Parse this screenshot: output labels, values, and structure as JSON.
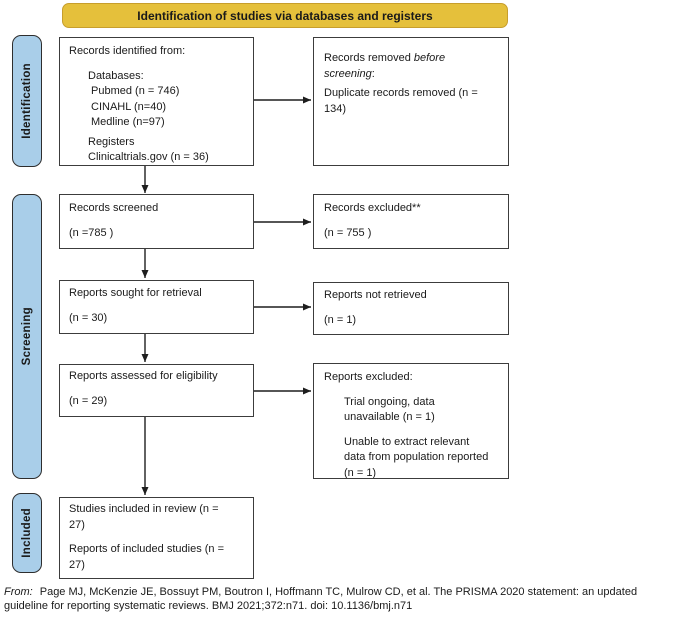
{
  "header": {
    "title": "Identification of studies via databases and registers"
  },
  "sidebar": {
    "identification": "Identification",
    "screening": "Screening",
    "included": "Included"
  },
  "boxes": {
    "records_identified": {
      "title": "Records identified from:",
      "databases_label": "Databases:",
      "database_items": [
        "Pubmed (n = 746)",
        "CINAHL (n=40)",
        "Medline (n=97)"
      ],
      "registers_label": "Registers",
      "register_item": "Clinicaltrials.gov (n = 36)"
    },
    "records_removed": {
      "title_normal": "Records removed ",
      "title_italic": "before\nscreening",
      "title_suffix": ":",
      "detail": "Duplicate records removed (n =\n134)"
    },
    "records_screened": {
      "title": "Records screened",
      "count": "(n =785 )"
    },
    "records_excluded": {
      "title": "Records excluded**",
      "count": "(n = 755 )"
    },
    "reports_sought": {
      "title": "Reports sought for retrieval",
      "count": "(n = 30)"
    },
    "reports_not_retrieved": {
      "title": "Reports not retrieved",
      "count": "(n = 1)"
    },
    "reports_assessed": {
      "title": "Reports assessed for eligibility",
      "count": "(n = 29)"
    },
    "reports_excluded": {
      "title": "Reports excluded:",
      "reasons": [
        "Trial ongoing, data\nunavailable (n = 1)",
        "Unable to extract relevant\ndata from population reported\n(n = 1)"
      ]
    },
    "studies_included": {
      "line1": "Studies included in review (n =\n27)",
      "line2": "Reports of included studies (n =\n27)"
    }
  },
  "footer": {
    "prefix": "From:",
    "citation": "Page MJ, McKenzie JE, Bossuyt PM, Boutron I, Hoffmann TC, Mulrow CD, et al. The PRISMA 2020 statement: an updated\nguideline for reporting systematic reviews. BMJ 2021;372:n71. doi: 10.1136/bmj.n71"
  },
  "colors": {
    "header_bg": "#E5C03B",
    "header_border": "#C79E2C",
    "sidebar_bg": "#A9CEE9",
    "sidebar_border": "#2E2E2E",
    "box_border": "#3C3C3C",
    "arrow": "#1E1E1E",
    "text": "#1A1A1A"
  }
}
